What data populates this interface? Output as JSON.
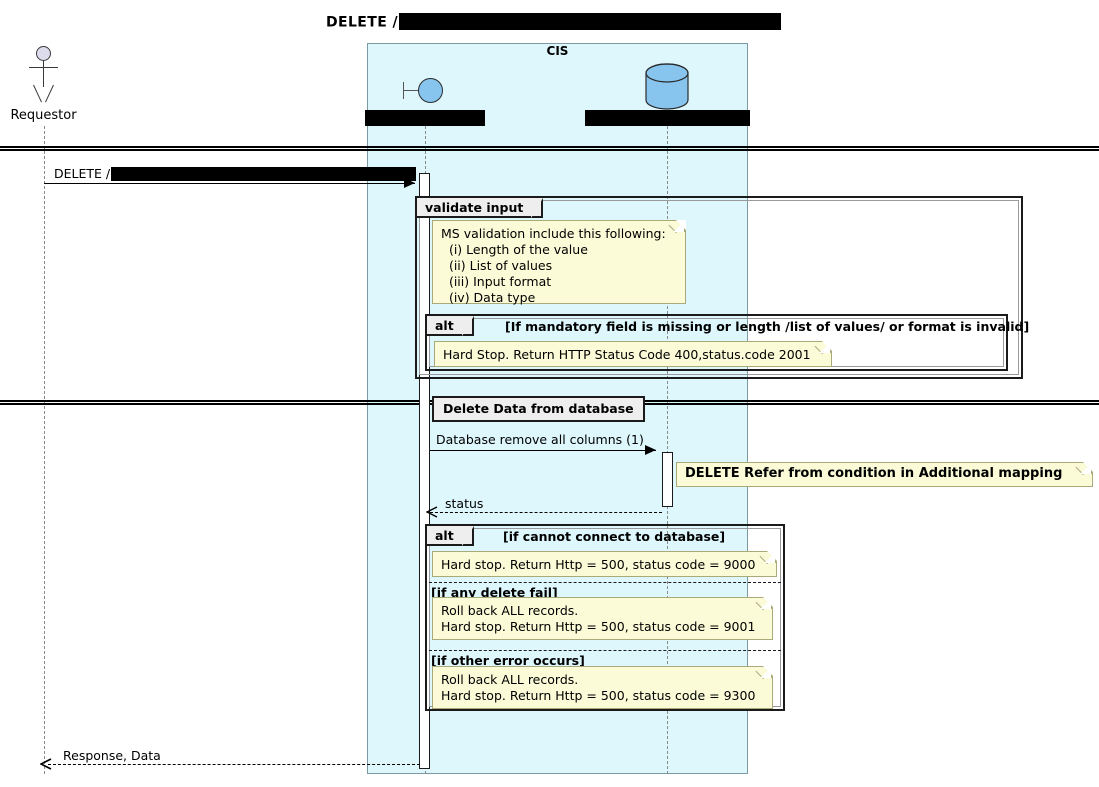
{
  "title": {
    "method": "DELETE",
    "path_redacted": true,
    "prefix": "DELETE /"
  },
  "participants": {
    "actor": {
      "label": "Requestor",
      "icon": "actor-stick-figure-icon"
    },
    "group_label": "CIS",
    "items": [
      {
        "icon": "boundary-interface-icon",
        "label_redacted": true
      },
      {
        "icon": "database-cylinder-icon",
        "label_redacted": true
      }
    ]
  },
  "messages": {
    "m1": {
      "label_prefix": "DELETE /",
      "redacted": true
    },
    "m2": {
      "label": "Database remove all columns (1)"
    },
    "m3": {
      "label": "status"
    },
    "m4": {
      "label": "Response, Data"
    }
  },
  "dividers": [
    {
      "label": "Delete Data from database"
    }
  ],
  "frames": {
    "validate": {
      "type": "group",
      "tab": "validate input",
      "condition": ""
    },
    "alt1": {
      "type": "alt",
      "tab": "alt",
      "condition": "[If mandatory field is missing or length /list of values/ or format is invalid]"
    },
    "alt2": {
      "type": "alt",
      "tab": "alt",
      "branches": [
        {
          "condition": "[if cannot connect to database]"
        },
        {
          "condition": "[if any delete fail]"
        },
        {
          "condition": "[if other error occurs]"
        }
      ]
    }
  },
  "notes": {
    "validation_rules": "MS validation include this following:\n  (i) Length of the value\n  (ii) List of values\n  (iii) Input format\n  (iv) Data type",
    "hard_stop_400": "Hard Stop. Return HTTP Status Code 400,status.code 2001",
    "delete_refer": "DELETE Refer from condition in Additional mapping",
    "err_9000": "Hard stop. Return Http = 500, status code = 9000",
    "err_9001": "Roll back ALL records.\nHard stop. Return Http = 500, status code = 9001",
    "err_9300": "Roll back ALL records.\nHard stop. Return Http = 500, status code = 9300"
  },
  "colors": {
    "group_background": "#ddf7fc",
    "note_background": "#fbfbd8",
    "participant_icon": "#87c4ee",
    "actor_head": "#dcdcec",
    "frame_tab": "#eeeeee",
    "redaction": "#000000"
  }
}
